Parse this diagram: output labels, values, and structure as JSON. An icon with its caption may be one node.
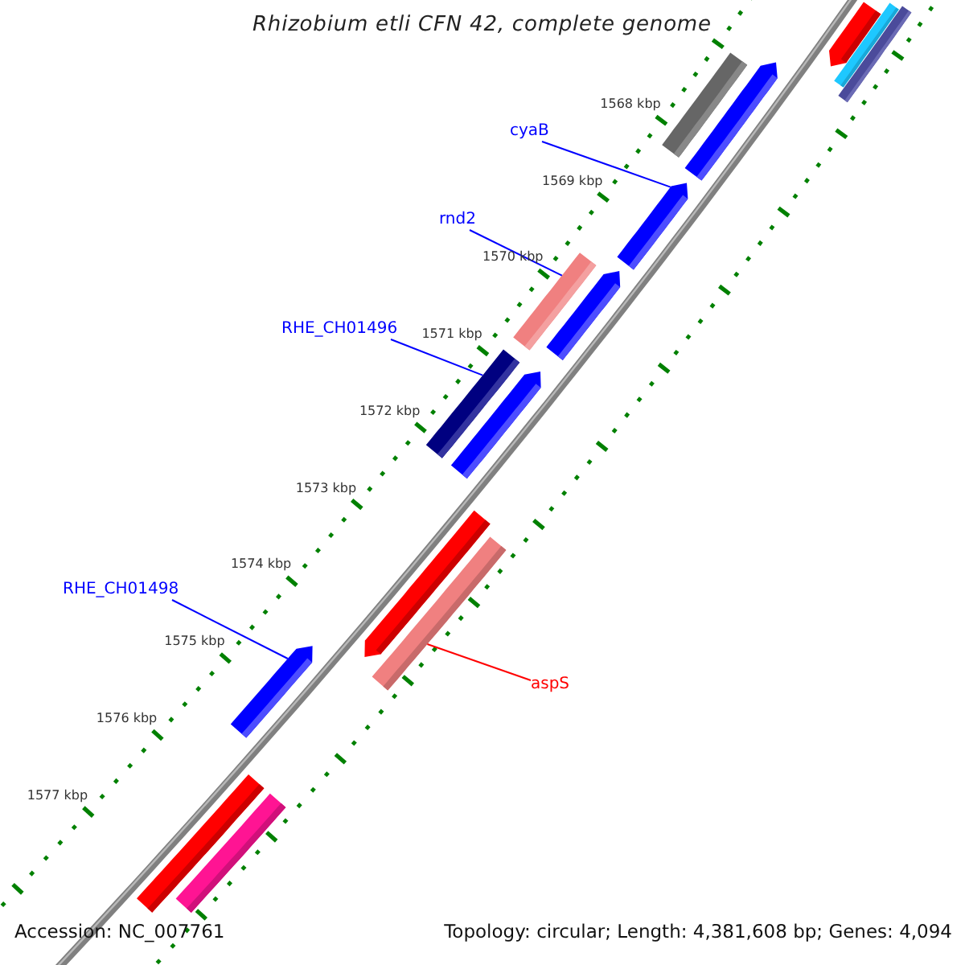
{
  "diagram": {
    "title": "Rhizobium etli CFN 42, complete genome",
    "nodes": [
      {
        "text": [
          "cyaB"
        ]
      },
      {
        "text": [
          "rnd2"
        ]
      },
      {
        "text": [
          "RHE_CH01496"
        ]
      },
      {
        "text": [
          "RHE_CH01498"
        ]
      },
      {
        "text": [
          "aspS"
        ]
      },
      {
        "text": [],
        "shape": "bar"
      },
      {
        "text": [],
        "shape": "bar"
      },
      {
        "text": [],
        "shape": "bar"
      },
      {
        "text": [],
        "shape": "bar"
      },
      {
        "text": [],
        "shape": "bar"
      },
      {
        "text": [],
        "shape": "bar"
      },
      {
        "text": [],
        "shape": "bar"
      },
      {
        "text": [],
        "shape": "bar"
      },
      {
        "text": [],
        "shape": "bar"
      },
      {
        "text": [],
        "shape": "bar"
      },
      {
        "text": [],
        "shape": "bar"
      },
      {
        "text": [],
        "shape": "bar"
      },
      {
        "text": [],
        "shape": "bar"
      },
      {
        "text": [],
        "shape": "bar"
      },
      {
        "text": [],
        "shape": "bar"
      }
    ],
    "edges": [
      {
        "from": 0,
        "to": 10,
        "arrow": "none"
      },
      {
        "from": 1,
        "to": 12,
        "arrow": "none"
      },
      {
        "from": 2,
        "to": 14,
        "arrow": "none"
      },
      {
        "from": 3,
        "to": 17,
        "arrow": "none"
      },
      {
        "from": 4,
        "to": 16,
        "arrow": "none",
        "color": "#ff0000"
      }
    ],
    "labels": [
      "1568 kbp",
      "1569 kbp",
      "1570 kbp",
      "1571 kbp",
      "1572 kbp",
      "1573 kbp",
      "1574 kbp",
      "1575 kbp",
      "1576 kbp",
      "1577 kbp",
      "Accession: NC_007761",
      "Topology: circular; Length: 4,381,608 bp; Genes: 4,094"
    ]
  }
}
